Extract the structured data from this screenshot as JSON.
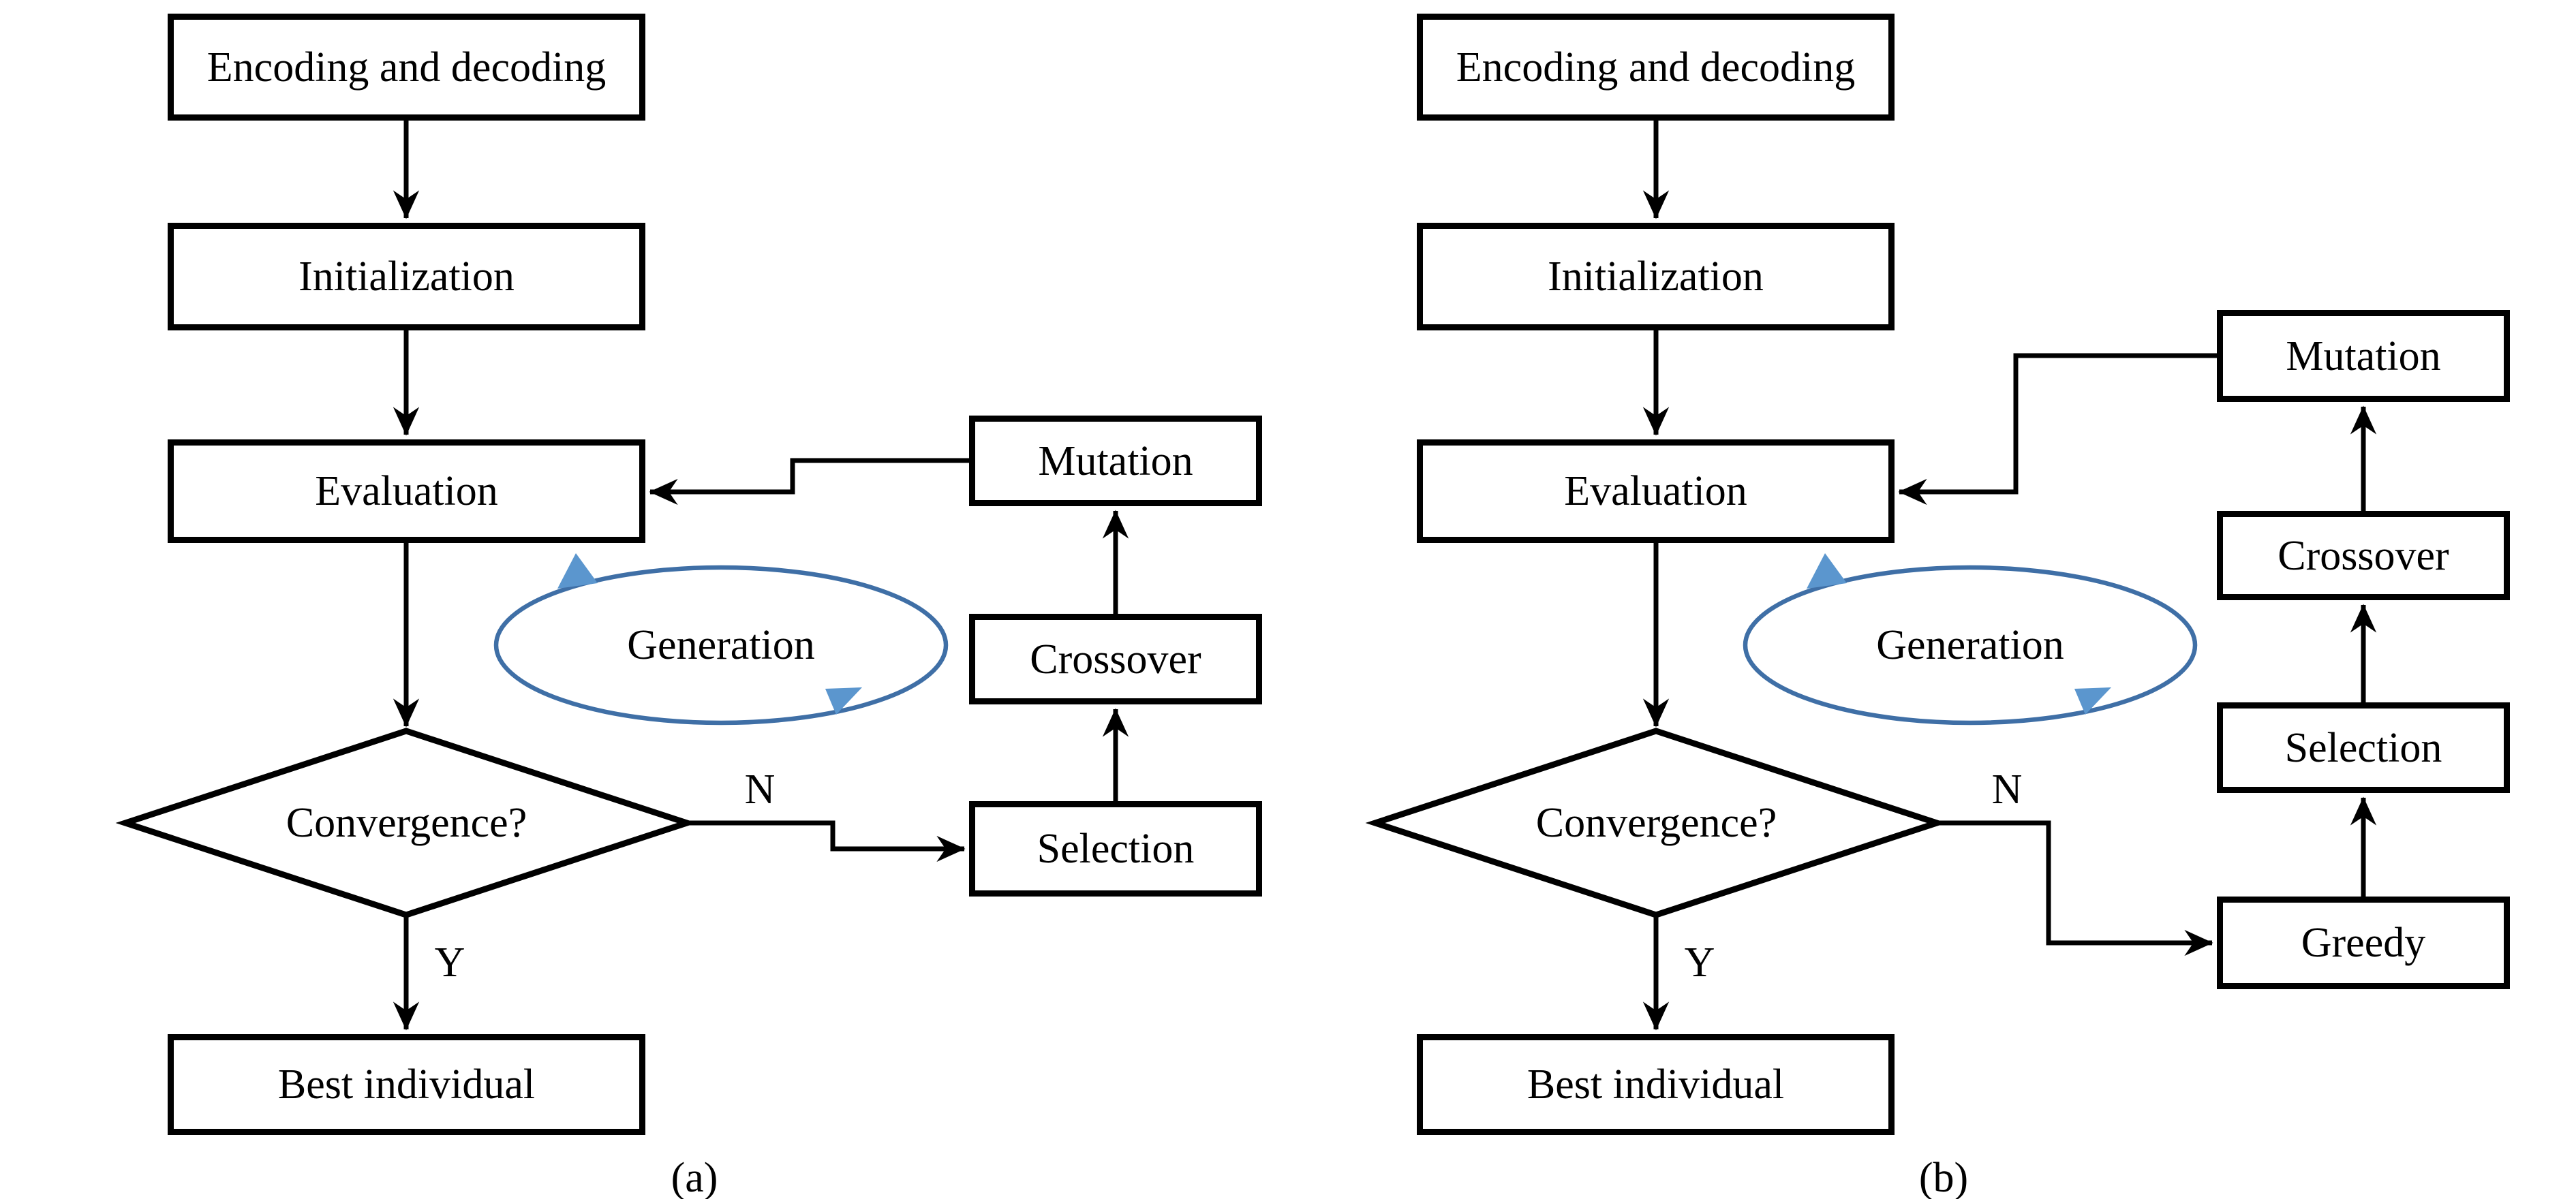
{
  "figure_type": "flowchart",
  "colors": {
    "background": "#ffffff",
    "line": "#000000",
    "box_border": "#000000",
    "box_fill": "#ffffff",
    "text": "#000000",
    "loop_ring": "#3f6fa6",
    "loop_arrow": "#5b96ce"
  },
  "decision_labels": {
    "no": "N",
    "yes": "Y"
  },
  "panel_a": {
    "caption": "(a)",
    "nodes": {
      "encoding": "Encoding and decoding",
      "initialization": "Initialization",
      "evaluation": "Evaluation",
      "convergence": "Convergence?",
      "best": "Best individual",
      "mutation": "Mutation",
      "crossover": "Crossover",
      "selection": "Selection",
      "loop": "Generation"
    }
  },
  "panel_b": {
    "caption": "(b)",
    "nodes": {
      "encoding": "Encoding and decoding",
      "initialization": "Initialization",
      "evaluation": "Evaluation",
      "convergence": "Convergence?",
      "best": "Best individual",
      "mutation": "Mutation",
      "crossover": "Crossover",
      "selection": "Selection",
      "greedy": "Greedy",
      "loop": "Generation"
    }
  }
}
